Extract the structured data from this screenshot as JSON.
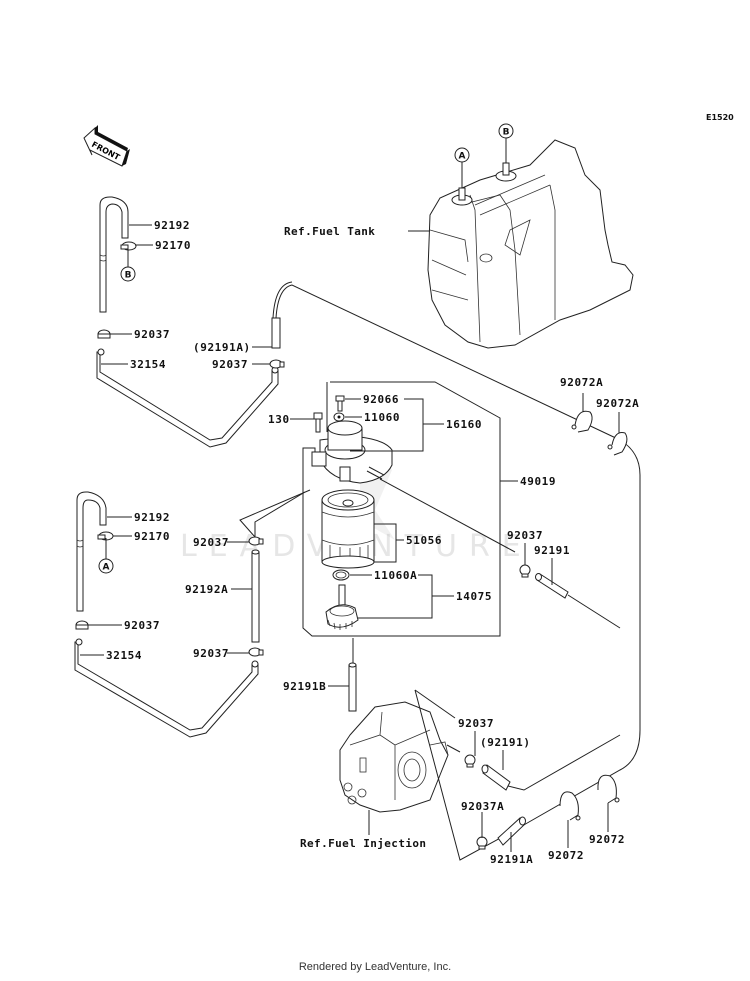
{
  "diagram": {
    "code": "E1520",
    "front_label": "FRONT",
    "watermark": "LEADVENTURE",
    "refs": {
      "fuel_tank": "Ref.Fuel Tank",
      "fuel_injection": "Ref.Fuel Injection"
    },
    "connectors": {
      "a": "A",
      "b": "B"
    },
    "callouts": [
      {
        "id": "c1",
        "part": "92192"
      },
      {
        "id": "c2",
        "part": "92170"
      },
      {
        "id": "c3",
        "part": "92037"
      },
      {
        "id": "c4",
        "part": "32154"
      },
      {
        "id": "c5",
        "part": "(92191A)"
      },
      {
        "id": "c6",
        "part": "92037"
      },
      {
        "id": "c7",
        "part": "92066"
      },
      {
        "id": "c8",
        "part": "11060"
      },
      {
        "id": "c9",
        "part": "16160"
      },
      {
        "id": "c10",
        "part": "130"
      },
      {
        "id": "c11",
        "part": "49019"
      },
      {
        "id": "c12",
        "part": "92072A"
      },
      {
        "id": "c13",
        "part": "92072A"
      },
      {
        "id": "c14",
        "part": "92192"
      },
      {
        "id": "c15",
        "part": "92170"
      },
      {
        "id": "c16",
        "part": "92037"
      },
      {
        "id": "c17",
        "part": "51056"
      },
      {
        "id": "c18",
        "part": "92037"
      },
      {
        "id": "c19",
        "part": "92191"
      },
      {
        "id": "c20",
        "part": "92192A"
      },
      {
        "id": "c21",
        "part": "11060A"
      },
      {
        "id": "c22",
        "part": "14075"
      },
      {
        "id": "c23",
        "part": "92037"
      },
      {
        "id": "c24",
        "part": "92037"
      },
      {
        "id": "c25",
        "part": "92191B"
      },
      {
        "id": "c26",
        "part": "92037"
      },
      {
        "id": "c27",
        "part": "(92191)"
      },
      {
        "id": "c28",
        "part": "92037A"
      },
      {
        "id": "c29",
        "part": "92191A"
      },
      {
        "id": "c30",
        "part": "92072"
      },
      {
        "id": "c31",
        "part": "92072"
      }
    ]
  },
  "footer": {
    "text": "Rendered by LeadVenture, Inc."
  }
}
